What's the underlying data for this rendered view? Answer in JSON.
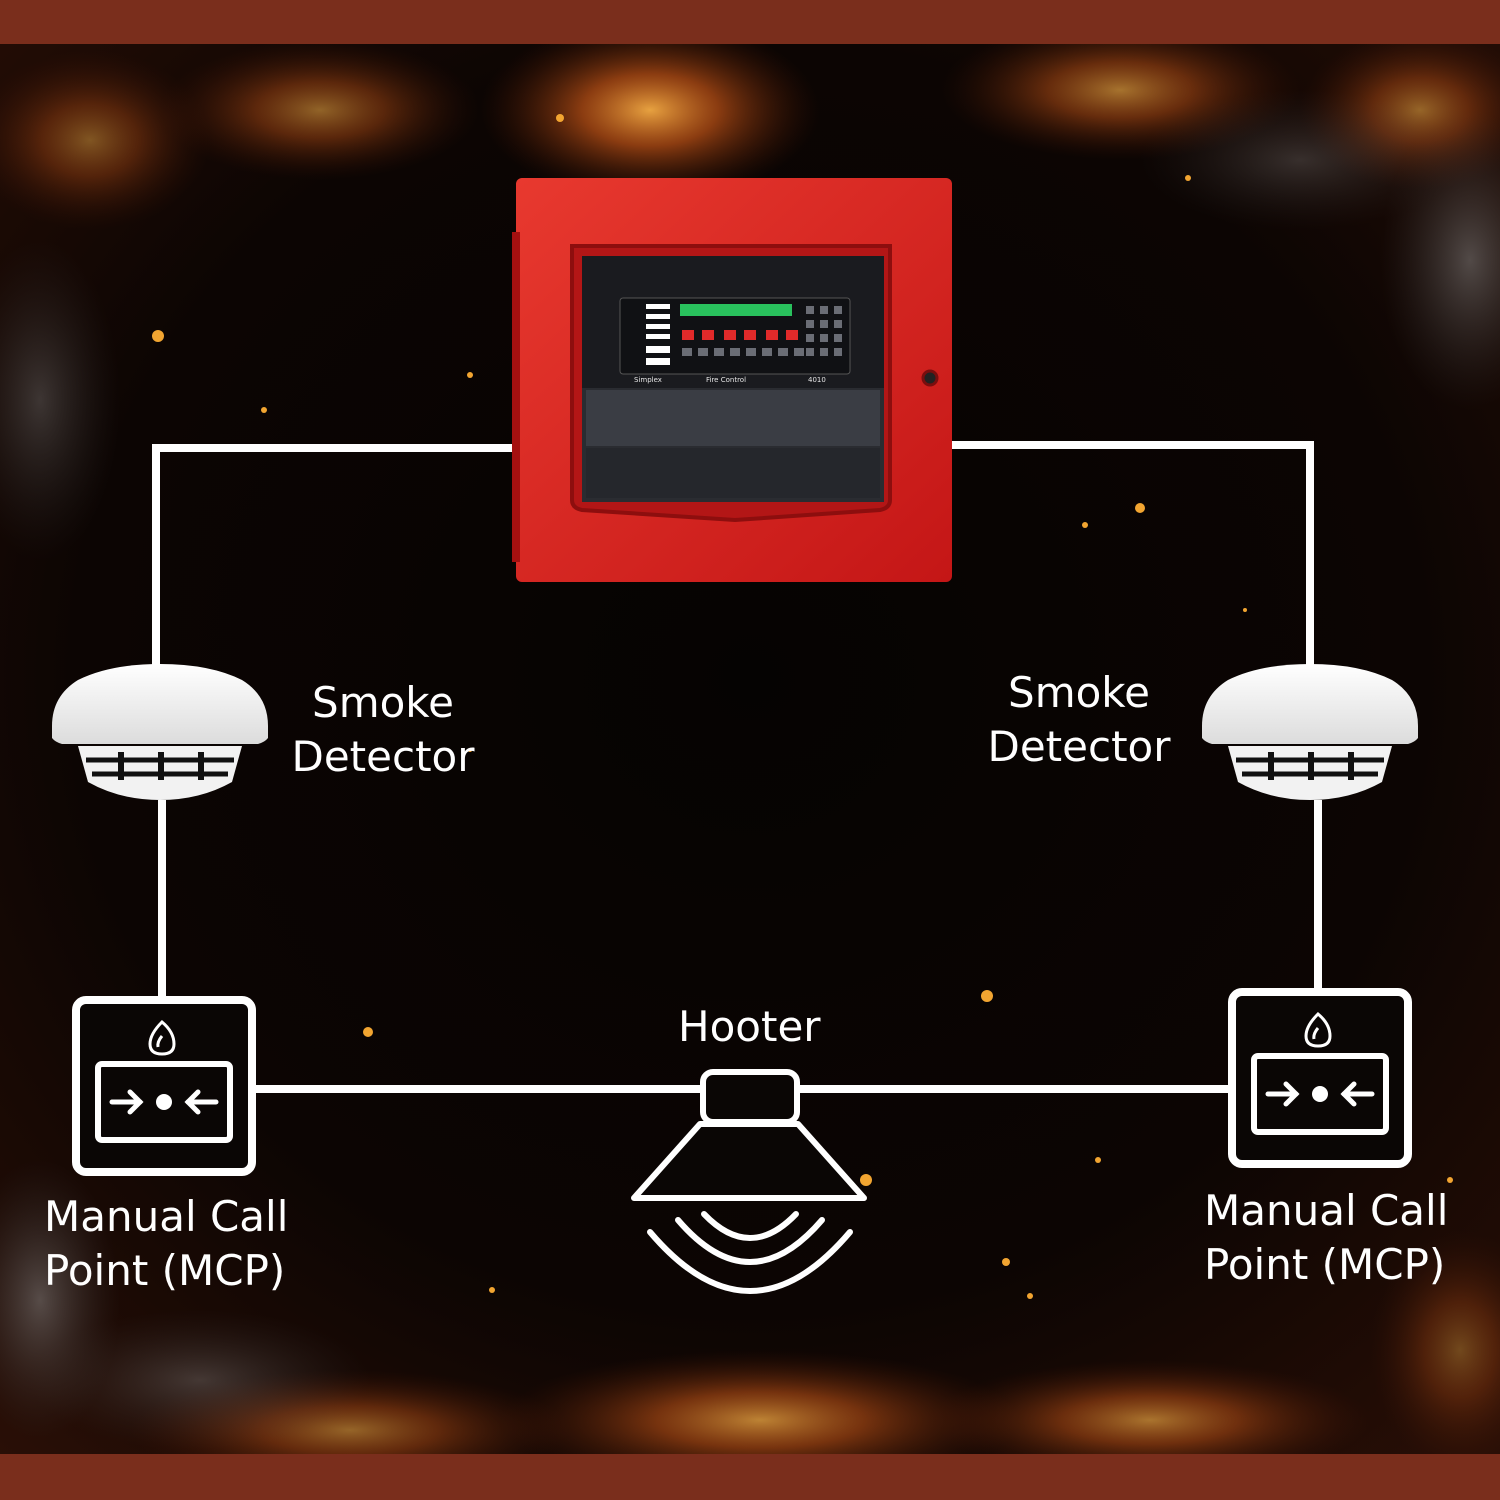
{
  "diagram": {
    "nodes": {
      "control_panel": {
        "brand": "Simplex",
        "caption": "Fire Control",
        "model": "4010",
        "body_color": "#d81f1f"
      },
      "smoke_detector_left": {
        "line1": "Smoke",
        "line2": "Detector"
      },
      "smoke_detector_right": {
        "line1": "Smoke",
        "line2": "Detector"
      },
      "manual_call_point_left": {
        "line1": "Manual Call",
        "line2": "Point (MCP)"
      },
      "manual_call_point_right": {
        "line1": "Manual Call",
        "line2": "Point (MCP)"
      },
      "hooter": {
        "label": "Hooter"
      }
    },
    "edges": [
      {
        "from": "control_panel",
        "to": "smoke_detector_left"
      },
      {
        "from": "control_panel",
        "to": "smoke_detector_right"
      },
      {
        "from": "smoke_detector_left",
        "to": "manual_call_point_left"
      },
      {
        "from": "smoke_detector_right",
        "to": "manual_call_point_right"
      },
      {
        "from": "manual_call_point_left",
        "to": "hooter"
      },
      {
        "from": "hooter",
        "to": "manual_call_point_right"
      }
    ],
    "colors": {
      "frame": "#7a2e1c",
      "background": "#070302",
      "wire": "#ffffff",
      "ember": "#f2a531"
    }
  }
}
